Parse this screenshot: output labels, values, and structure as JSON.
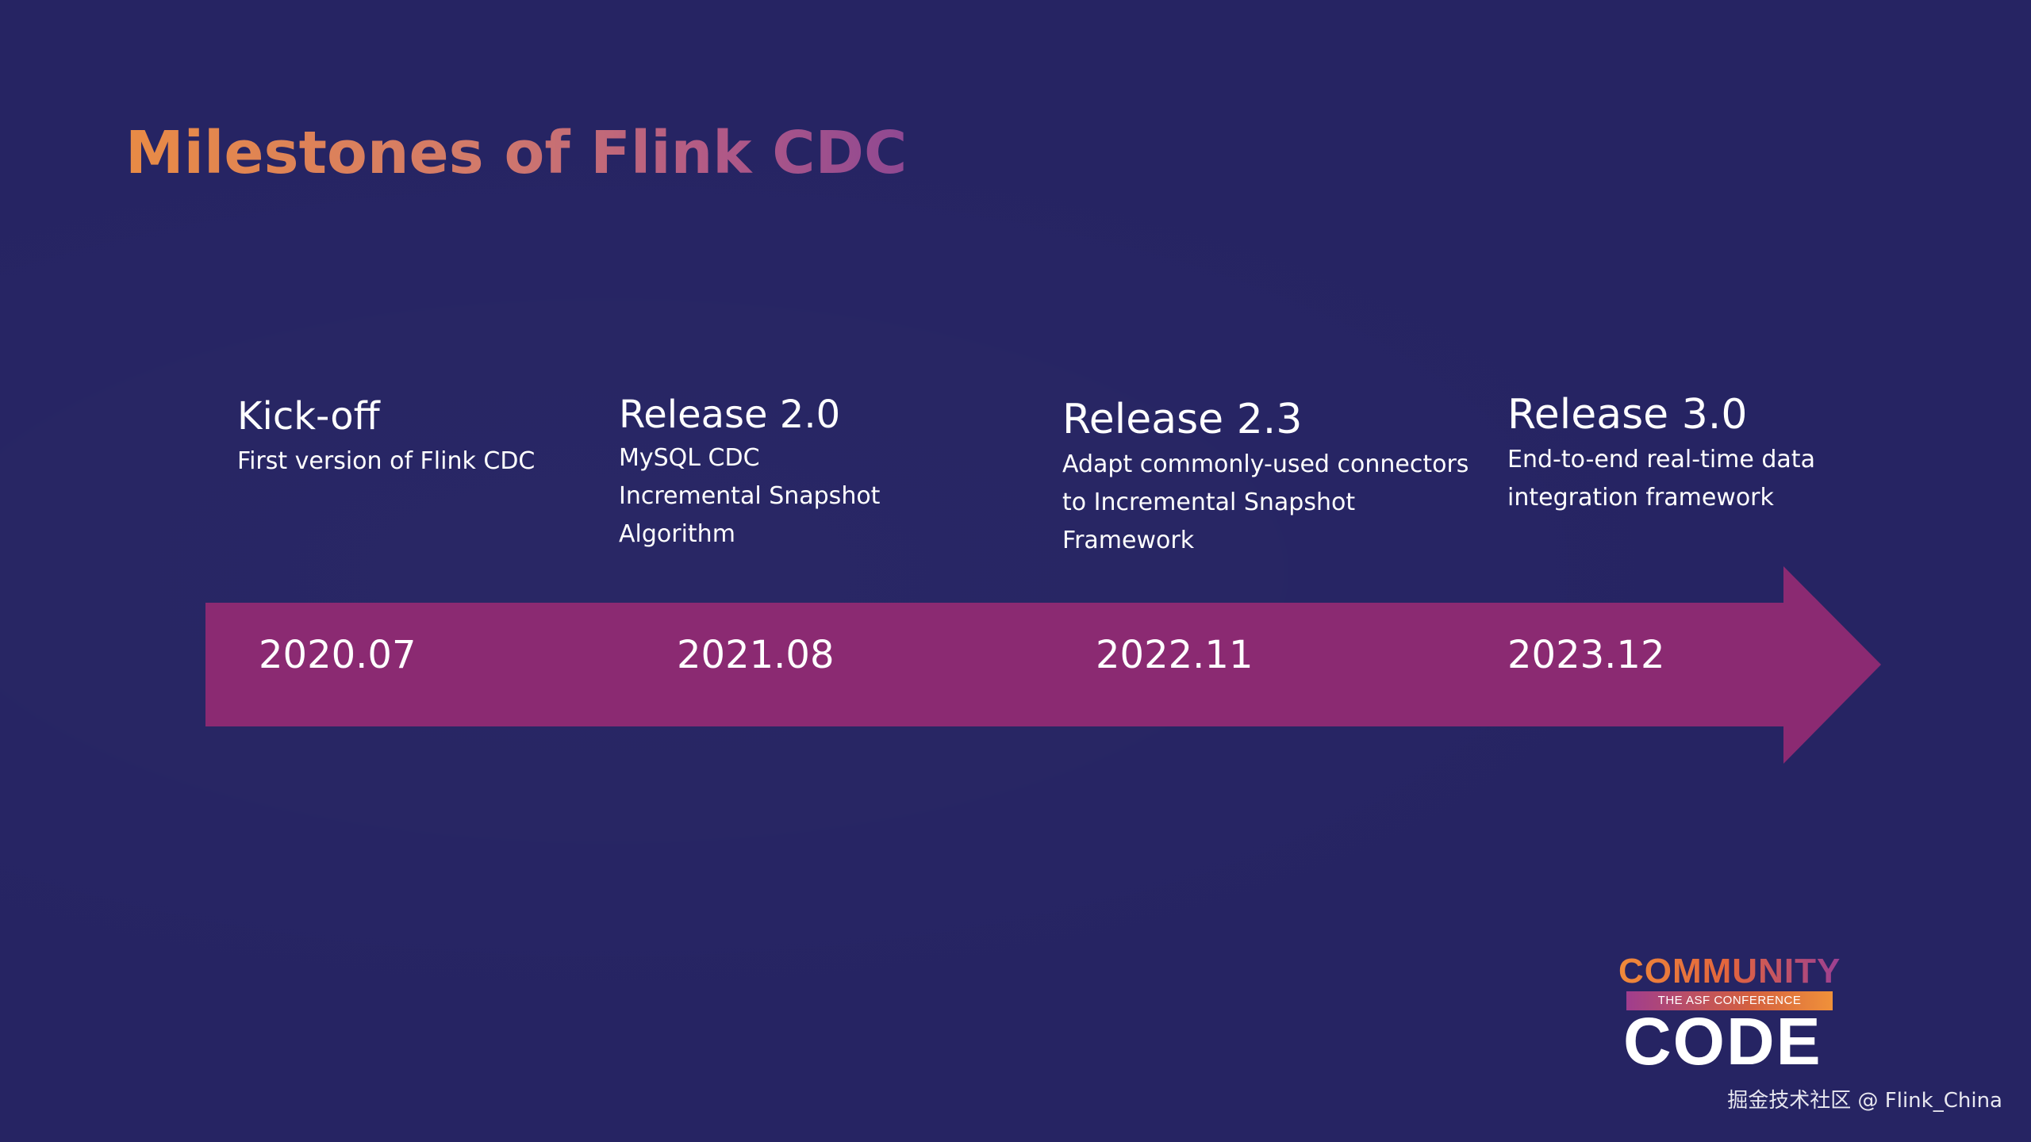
{
  "title": "Milestones of Flink CDC",
  "milestones": [
    {
      "title": "Kick-off",
      "lines": [
        "First version of Flink CDC"
      ],
      "date": "2020.07"
    },
    {
      "title": "Release 2.0",
      "lines": [
        "MySQL CDC",
        "Incremental Snapshot",
        "Algorithm"
      ],
      "date": "2021.08"
    },
    {
      "title": "Release 2.3",
      "lines": [
        "Adapt commonly-used connectors",
        "to Incremental Snapshot",
        "Framework"
      ],
      "date": "2022.11"
    },
    {
      "title": "Release 3.0",
      "lines": [
        "End-to-end real-time data",
        "integration framework"
      ],
      "date": "2023.12"
    }
  ],
  "logo": {
    "top": "COMMUNITY",
    "band": "THE ASF CONFERENCE",
    "bottom": "CODE"
  },
  "watermark": "掘金技术社区 @ Flink_China",
  "colors": {
    "background": "#262463",
    "arrow": "#8b2a72",
    "title_gradient_start": "#e98b45",
    "title_gradient_end": "#8f4892"
  }
}
